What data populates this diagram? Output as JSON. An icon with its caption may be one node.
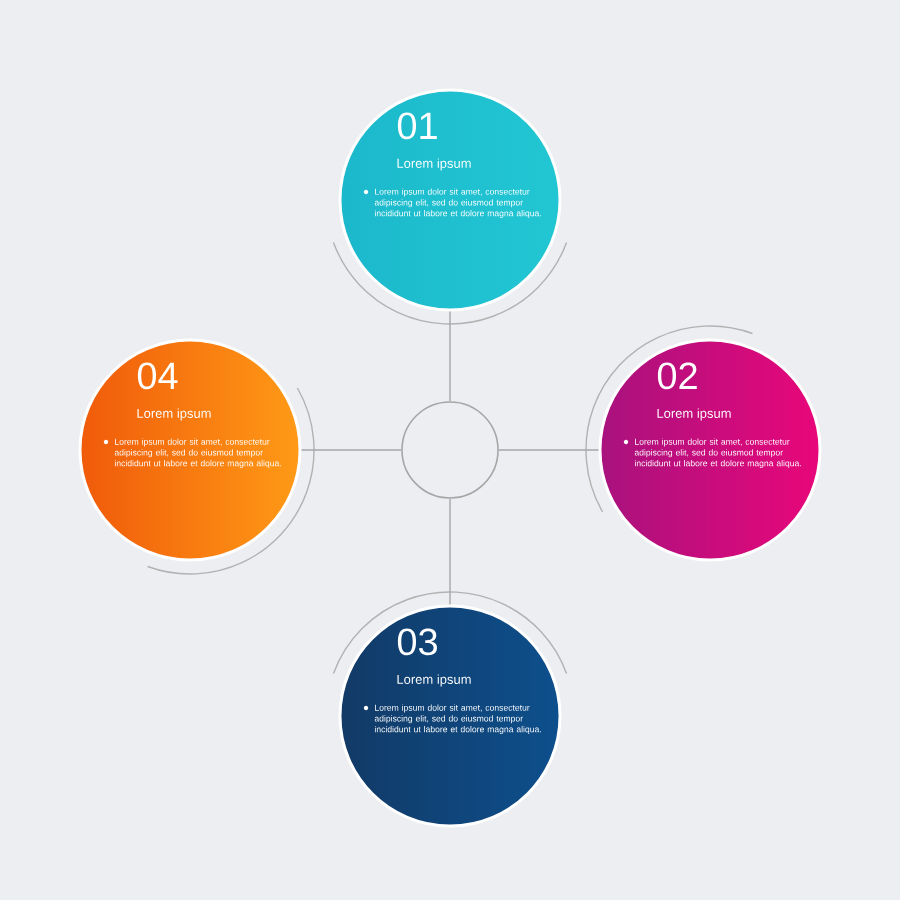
{
  "diagram": {
    "nodes": [
      {
        "text": [],
        "shape": "circle"
      },
      {
        "text": [
          "01",
          "Lorem ipsum",
          "Lorem ipsum dolor sit amet, consectetur adipiscing elit, sed do eiusmod tempor incididunt ut labore et dolore magna aliqua."
        ]
      },
      {
        "text": [
          "02",
          "Lorem ipsum",
          "Lorem ipsum dolor sit amet, consectetur adipiscing elit, sed do eiusmod tempor incididunt ut labore et dolore magna aliqua."
        ]
      },
      {
        "text": [
          "03",
          "Lorem ipsum",
          "Lorem ipsum dolor sit amet, consectetur adipiscing elit, sed do eiusmod tempor incididunt ut labore et dolore magna aliqua."
        ]
      },
      {
        "text": [
          "04",
          "Lorem ipsum",
          "Lorem ipsum dolor sit amet, consectetur adipiscing elit, sed do eiusmod tempor incididunt ut labore et dolore magna aliqua."
        ]
      }
    ],
    "edges": [
      {
        "from": 0,
        "to": 1,
        "arrow": "none"
      },
      {
        "from": 0,
        "to": 2,
        "arrow": "none"
      },
      {
        "from": 0,
        "to": 3,
        "arrow": "none"
      },
      {
        "from": 0,
        "to": 4,
        "arrow": "none"
      }
    ]
  }
}
